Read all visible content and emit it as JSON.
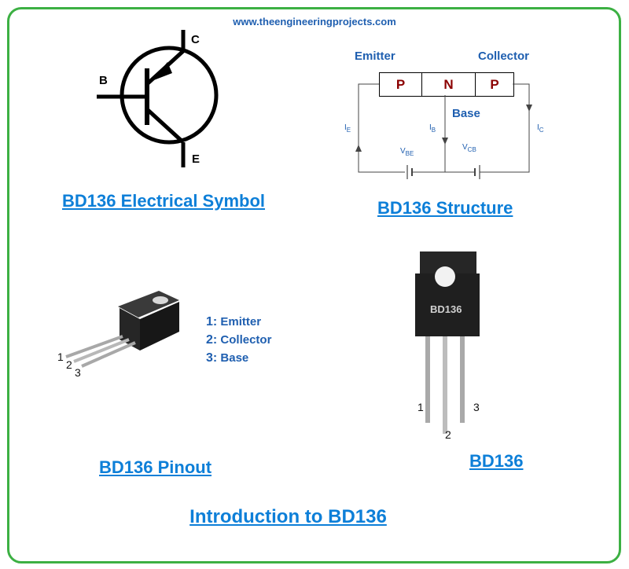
{
  "header": {
    "website": "www.theengineeringprojects.com"
  },
  "symbol": {
    "caption": "BD136 Electrical Symbol",
    "terminals": {
      "collector": "C",
      "base": "B",
      "emitter": "E"
    }
  },
  "structure": {
    "caption": "BD136 Structure",
    "emitter_label": "Emitter",
    "collector_label": "Collector",
    "base_label": "Base",
    "layers": [
      "P",
      "N",
      "P"
    ],
    "currents": {
      "ie": "I",
      "ie_sub": "E",
      "ib": "I",
      "ib_sub": "B",
      "ic": "I",
      "ic_sub": "C"
    },
    "voltages": {
      "vbe": "V",
      "vbe_sub": "BE",
      "vcb": "V",
      "vcb_sub": "CB"
    }
  },
  "pinout": {
    "caption": "BD136 Pinout",
    "pins": [
      {
        "num": "1:",
        "name": "Emitter"
      },
      {
        "num": "2:",
        "name": "Collector"
      },
      {
        "num": "3:",
        "name": "Base"
      }
    ],
    "leg_numbers": [
      "1",
      "2",
      "3"
    ]
  },
  "photo": {
    "caption": "BD136",
    "marking": "BD136",
    "leg_numbers": [
      "1",
      "2",
      "3"
    ]
  },
  "footer": {
    "title": "Introduction to BD136"
  },
  "colors": {
    "border": "#3cb043",
    "caption": "#0d7fd8",
    "label": "#1f5fb0",
    "layer_text": "#8b0000"
  }
}
